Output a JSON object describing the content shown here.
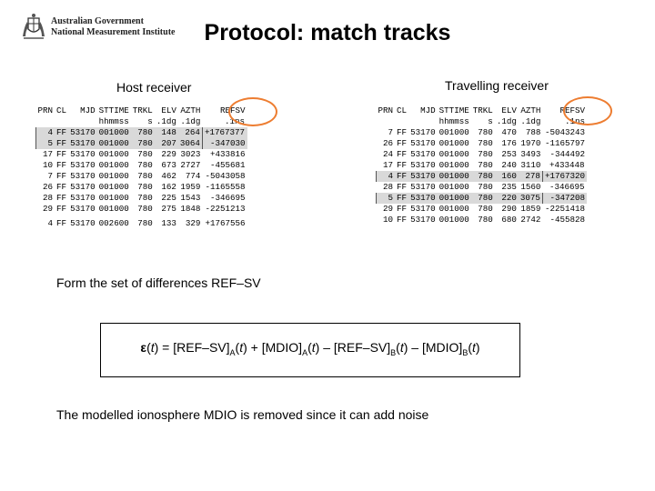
{
  "header": {
    "org_line1": "Australian Government",
    "org_line2": "National Measurement Institute",
    "title": "Protocol: match tracks"
  },
  "host": {
    "label": "Host receiver",
    "columns": [
      "PRN",
      "CL",
      "MJD",
      "STTIME",
      "TRKL",
      "ELV",
      "AZTH",
      "REFSV"
    ],
    "units": [
      "",
      "",
      "",
      "hhmmss",
      "s",
      ".1dg",
      ".1dg",
      ".1ns"
    ],
    "rows": [
      {
        "cells": [
          "4",
          "FF",
          "53170",
          "001000",
          "780",
          "148",
          "264",
          "+1767377"
        ],
        "highlight": true
      },
      {
        "cells": [
          "5",
          "FF",
          "53170",
          "001000",
          "780",
          "207",
          "3064",
          "-347030"
        ],
        "highlight": true
      },
      {
        "cells": [
          "17",
          "FF",
          "53170",
          "001000",
          "780",
          "229",
          "3023",
          "+433816"
        ],
        "highlight": false
      },
      {
        "cells": [
          "10",
          "FF",
          "53170",
          "001000",
          "780",
          "673",
          "2727",
          "-455681"
        ],
        "highlight": false
      },
      {
        "cells": [
          "7",
          "FF",
          "53170",
          "001000",
          "780",
          "462",
          "774",
          "-5043058"
        ],
        "highlight": false
      },
      {
        "cells": [
          "26",
          "FF",
          "53170",
          "001000",
          "780",
          "162",
          "1959",
          "-1165558"
        ],
        "highlight": false
      },
      {
        "cells": [
          "28",
          "FF",
          "53170",
          "001000",
          "780",
          "225",
          "1543",
          "-346695"
        ],
        "highlight": false
      },
      {
        "cells": [
          "29",
          "FF",
          "53170",
          "001000",
          "780",
          "275",
          "1848",
          "-2251213"
        ],
        "highlight": false
      },
      {
        "cells": [
          "4",
          "FF",
          "53170",
          "002600",
          "780",
          "133",
          "329",
          "+1767556"
        ],
        "highlight": false,
        "gap": true
      }
    ]
  },
  "travelling": {
    "label": "Travelling receiver",
    "columns": [
      "PRN",
      "CL",
      "MJD",
      "STTIME",
      "TRKL",
      "ELV",
      "AZTH",
      "REFSV"
    ],
    "units": [
      "",
      "",
      "",
      "hhmmss",
      "s",
      ".1dg",
      ".1dg",
      ".1ns"
    ],
    "rows": [
      {
        "cells": [
          "7",
          "FF",
          "53170",
          "001000",
          "780",
          "470",
          "788",
          "-5043243"
        ],
        "highlight": false
      },
      {
        "cells": [
          "26",
          "FF",
          "53170",
          "001000",
          "780",
          "176",
          "1970",
          "-1165797"
        ],
        "highlight": false
      },
      {
        "cells": [
          "24",
          "FF",
          "53170",
          "001000",
          "780",
          "253",
          "3493",
          "-344492"
        ],
        "highlight": false
      },
      {
        "cells": [
          "17",
          "FF",
          "53170",
          "001000",
          "780",
          "240",
          "3110",
          "+433448"
        ],
        "highlight": false
      },
      {
        "cells": [
          "4",
          "FF",
          "53170",
          "001000",
          "780",
          "160",
          "278",
          "+1767320"
        ],
        "highlight": true
      },
      {
        "cells": [
          "28",
          "FF",
          "53170",
          "001000",
          "780",
          "235",
          "1560",
          "-346695"
        ],
        "highlight": false
      },
      {
        "cells": [
          "5",
          "FF",
          "53170",
          "001000",
          "780",
          "220",
          "3075",
          "-347208"
        ],
        "highlight": true
      },
      {
        "cells": [
          "29",
          "FF",
          "53170",
          "001000",
          "780",
          "290",
          "1859",
          "-2251418"
        ],
        "highlight": false
      },
      {
        "cells": [
          "10",
          "FF",
          "53170",
          "001000",
          "780",
          "680",
          "2742",
          "-455828"
        ],
        "highlight": false
      }
    ]
  },
  "form_text": "Form the set of differences REF–SV",
  "equation": {
    "eps": "ε",
    "t": "t",
    "eq": " = ",
    "refsv_bracket": "[REF–SV]",
    "sub_a": "A",
    "sub_b": "B",
    "plus": "  +  ",
    "mdio": "[MDIO]",
    "minus1": "  –  ",
    "minus2": "  –  "
  },
  "note": "The modelled ionosphere MDIO is removed since it can add noise",
  "colors": {
    "ellipse": "#ed7d31",
    "highlight": "#d9d9d9"
  }
}
